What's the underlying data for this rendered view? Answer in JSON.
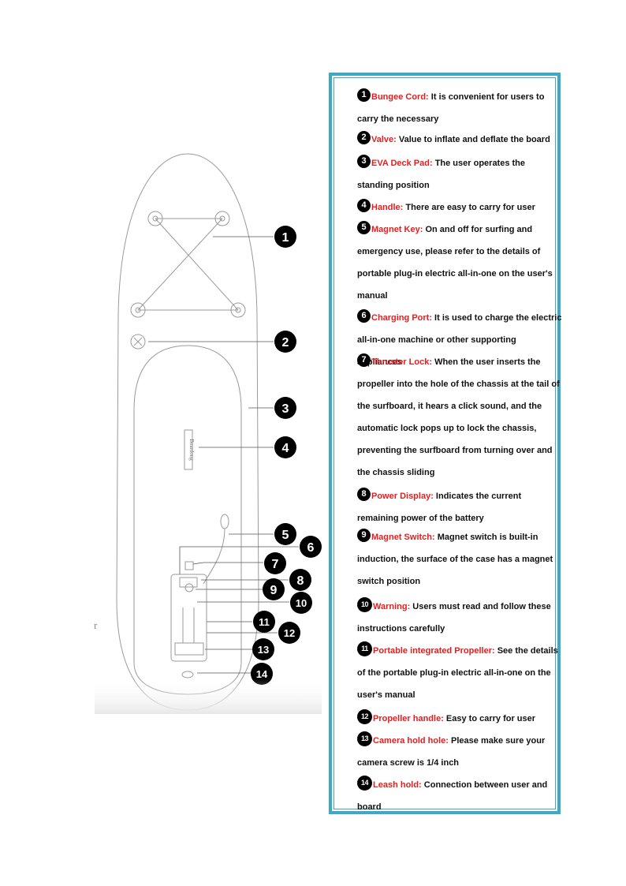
{
  "diagram": {
    "board_label": "Boardong",
    "callouts": [
      "1",
      "2",
      "3",
      "4",
      "5",
      "6",
      "7",
      "8",
      "9",
      "10",
      "11",
      "12",
      "13",
      "14"
    ]
  },
  "stray_mark": "r",
  "items": [
    {
      "num": "1",
      "term": "Bungee Cord:",
      "desc": " It is convenient for users to carry the necessary"
    },
    {
      "num": "2",
      "term": "Valve:",
      "desc": " Value to inflate and deflate the board"
    },
    {
      "num": "3",
      "term": "EVA Deck Pad:",
      "desc": " The user operates the standing position"
    },
    {
      "num": "4",
      "term": "Handle:",
      "desc": " There are easy to carry for user"
    },
    {
      "num": "5",
      "term": "Magnet Key:",
      "desc": " On and off for surfing and emergency use, please refer to the details of portable plug-in electric all-in-one on the user's manual"
    },
    {
      "num": "6",
      "term": "Charging Port:",
      "desc": " It is used to charge the electric all-in-one machine or other supporting appliances"
    },
    {
      "num": "7",
      "term": "Thruster Lock:",
      "desc": " When the user inserts the propeller into the hole of the chassis at the tail of the surfboard, it hears a click sound, and the automatic lock pops up to lock the chassis, preventing the surfboard from turning over and the chassis sliding"
    },
    {
      "num": "8",
      "term": "Power Display:",
      "desc": " Indicates the current remaining power of the battery"
    },
    {
      "num": "9",
      "term": "Magnet Switch:",
      "desc": " Magnet switch is built-in induction, the surface of the case has a magnet switch position"
    },
    {
      "num": "10",
      "term": "Warning:",
      "desc": " Users must read and follow these instructions carefully"
    },
    {
      "num": "11",
      "term": "Portable integrated Propeller:",
      "desc": " See the details of the portable plug-in electric all-in-one on the user's manual"
    },
    {
      "num": "12",
      "term": "Propeller handle:",
      "desc": " Easy to carry for user"
    },
    {
      "num": "13",
      "term": "Camera hold hole:",
      "desc": " Please make sure your camera screw is 1/4 inch"
    },
    {
      "num": "14",
      "term": "Leash hold:",
      "desc": " Connection between user and board"
    }
  ]
}
